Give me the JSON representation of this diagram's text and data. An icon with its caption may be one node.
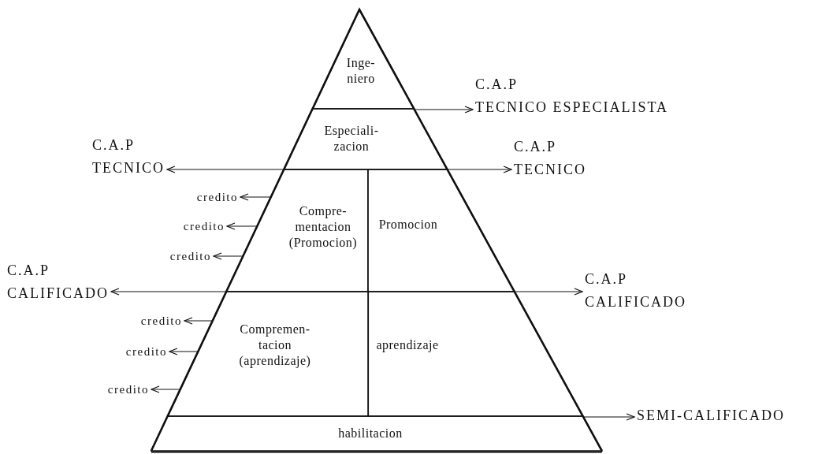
{
  "diagram": {
    "nodes": [
      {
        "text": [
          "Inge- niero"
        ]
      },
      {
        "text": [
          "Especiali- zacion"
        ]
      },
      {
        "text": [
          "Compre- mentacion (Promocion)"
        ]
      },
      {
        "text": [
          "Promocion"
        ]
      },
      {
        "text": [
          "Compremen- tacion (aprendizaje)"
        ]
      },
      {
        "text": [
          "aprendizaje"
        ]
      },
      {
        "text": [
          "habilitacion"
        ]
      },
      {
        "text": [
          "C.A.P",
          "TECNICO ESPECIALISTA"
        ]
      },
      {
        "text": [
          "C.A.P",
          "TECNICO"
        ]
      },
      {
        "text": [
          "C.A.P",
          "TECNICO"
        ]
      },
      {
        "text": [
          "C.A.P",
          "CALIFICADO"
        ]
      },
      {
        "text": [
          "C.A.P",
          "CALIFICADO"
        ]
      },
      {
        "text": [
          "SEMI-CALIFICADO"
        ]
      },
      {
        "text": [
          "credito"
        ]
      },
      {
        "text": [
          "credito"
        ]
      },
      {
        "text": [
          "credito"
        ]
      },
      {
        "text": [
          "credito"
        ]
      },
      {
        "text": [
          "credito"
        ]
      },
      {
        "text": [
          "credito"
        ]
      }
    ],
    "edges": [
      {
        "from": 1,
        "to": 7,
        "arrow": "to"
      },
      {
        "from": 1,
        "to": 8,
        "arrow": "to"
      },
      {
        "from": 1,
        "to": 9,
        "arrow": "to"
      },
      {
        "from": 2,
        "to": 10,
        "arrow": "to"
      },
      {
        "from": 3,
        "to": 11,
        "arrow": "to"
      },
      {
        "from": 6,
        "to": 12,
        "arrow": "to"
      },
      {
        "from": 2,
        "to": 13,
        "arrow": "to"
      },
      {
        "from": 2,
        "to": 14,
        "arrow": "to"
      },
      {
        "from": 2,
        "to": 15,
        "arrow": "to"
      },
      {
        "from": 4,
        "to": 16,
        "arrow": "to"
      },
      {
        "from": 4,
        "to": 17,
        "arrow": "to"
      },
      {
        "from": 4,
        "to": 18,
        "arrow": "to"
      }
    ]
  }
}
